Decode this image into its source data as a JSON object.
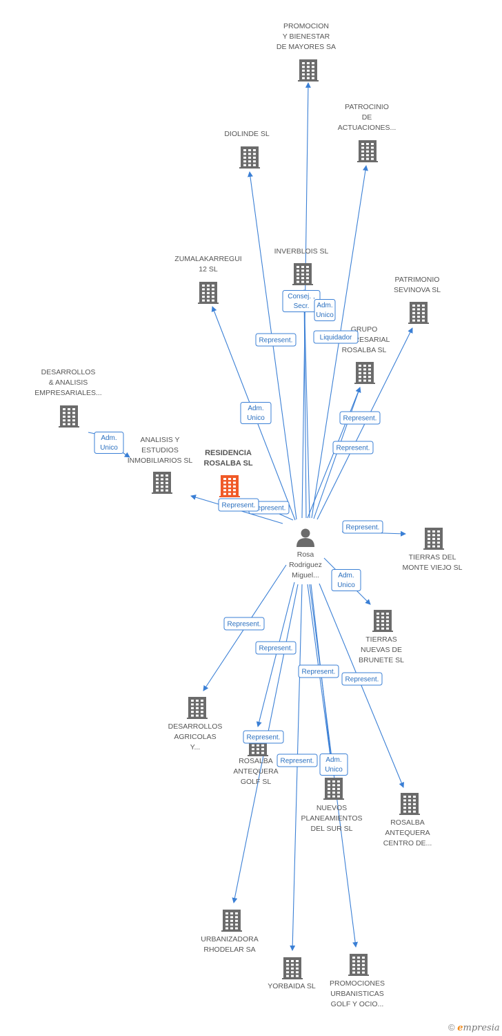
{
  "colors": {
    "edge": "#3a7fd5",
    "company": "#6b6b6b",
    "focus": "#f05a28",
    "person": "#6b6b6b",
    "label_border": "#3a7fd5",
    "label_text": "#2a6fbf"
  },
  "person": {
    "id": "rosa",
    "lines": [
      "Rosa",
      "Rodriguez",
      "Miguel..."
    ],
    "icon": "person-icon"
  },
  "companies": [
    {
      "id": "promocion",
      "lines": [
        "PROMOCION",
        "Y BIENESTAR",
        "DE MAYORES SA"
      ]
    },
    {
      "id": "patrocinio",
      "lines": [
        "PATROCINIO",
        "DE",
        "ACTUACIONES..."
      ]
    },
    {
      "id": "diolinde",
      "lines": [
        "DIOLINDE SL"
      ]
    },
    {
      "id": "inverblois",
      "lines": [
        "INVERBLOIS SL"
      ]
    },
    {
      "id": "zumalakarregui",
      "lines": [
        "ZUMALAKARREGUI",
        "12 SL"
      ]
    },
    {
      "id": "patrimonio",
      "lines": [
        "PATRIMONIO",
        "SEVINOVA SL"
      ]
    },
    {
      "id": "grupo",
      "lines": [
        "GRUPO",
        "EMPRESARIAL",
        "ROSALBA SL"
      ]
    },
    {
      "id": "desarrollos_analisis",
      "lines": [
        "DESARROLLOS",
        "& ANALISIS",
        "EMPRESARIALES..."
      ]
    },
    {
      "id": "analisis",
      "lines": [
        "ANALISIS Y",
        "ESTUDIOS",
        "INMOBILIARIOS SL"
      ]
    },
    {
      "id": "residencia",
      "lines": [
        "RESIDENCIA",
        "ROSALBA SL"
      ],
      "focus": true
    },
    {
      "id": "tierras_monte",
      "lines": [
        "TIERRAS DEL",
        "MONTE VIEJO SL"
      ]
    },
    {
      "id": "tierras_brunete",
      "lines": [
        "TIERRAS",
        "NUEVAS DE",
        "BRUNETE SL"
      ]
    },
    {
      "id": "desarrollos_agricolas",
      "lines": [
        "DESARROLLOS",
        "AGRICOLAS",
        "Y..."
      ]
    },
    {
      "id": "rosalba_golf",
      "lines": [
        "ROSALBA",
        "ANTEQUERA",
        "GOLF SL"
      ]
    },
    {
      "id": "nuevos",
      "lines": [
        "NUEVOS",
        "PLANEAMIENTOS",
        "DEL SUR SL"
      ]
    },
    {
      "id": "rosalba_centro",
      "lines": [
        "ROSALBA",
        "ANTEQUERA",
        "CENTRO DE..."
      ]
    },
    {
      "id": "urbanizadora",
      "lines": [
        "URBANIZADORA",
        "RHODELAR SA"
      ]
    },
    {
      "id": "yorbaida",
      "lines": [
        "YORBAIDA SL"
      ]
    },
    {
      "id": "promociones_golf",
      "lines": [
        "PROMOCIONES",
        "URBANISTICAS",
        "GOLF Y OCIO..."
      ]
    }
  ],
  "edges": [
    {
      "to": "promocion",
      "label": []
    },
    {
      "to": "patrocinio",
      "label": []
    },
    {
      "to": "diolinde",
      "label": [
        "Represent."
      ]
    },
    {
      "to": "inverblois",
      "label": [
        "Consej. ,",
        "Secr."
      ]
    },
    {
      "to": "inverblois",
      "label": [
        "Adm.",
        "Unico"
      ]
    },
    {
      "to": "zumalakarregui",
      "label": [
        "Adm.",
        "Unico"
      ]
    },
    {
      "to": "patrimonio",
      "label": [
        "Represent."
      ]
    },
    {
      "to": "grupo",
      "label": [
        "Liquidador"
      ]
    },
    {
      "to": "grupo",
      "label": [
        "Represent."
      ]
    },
    {
      "to": "residencia",
      "label": [
        "Represent."
      ]
    },
    {
      "to": "analisis",
      "label": [
        "Represent."
      ]
    },
    {
      "to": "desarrollos_analisis",
      "label": [
        "Represent."
      ]
    },
    {
      "to": "tierras_monte",
      "label": [
        "Represent."
      ]
    },
    {
      "to": "tierras_brunete",
      "label": [
        "Adm.",
        "Unico"
      ]
    },
    {
      "to": "desarrollos_agricolas",
      "label": [
        "Represent."
      ]
    },
    {
      "to": "rosalba_golf",
      "label": [
        "Represent."
      ]
    },
    {
      "to": "nuevos",
      "label": [
        "Represent."
      ]
    },
    {
      "to": "nuevos",
      "label": [
        "Adm.",
        "Unico"
      ]
    },
    {
      "to": "rosalba_centro",
      "label": [
        "Represent."
      ]
    },
    {
      "to": "urbanizadora",
      "label": [
        "Represent."
      ]
    },
    {
      "to": "yorbaida",
      "label": [
        "Represent."
      ]
    },
    {
      "to": "promociones_golf",
      "label": []
    }
  ],
  "side_edges": [
    {
      "from": "desarrollos_analisis",
      "to": "analisis",
      "label": [
        "Adm.",
        "Unico"
      ]
    }
  ],
  "footer": {
    "copyright": "©",
    "brand_initial": "e",
    "brand_rest": "mpresia"
  }
}
